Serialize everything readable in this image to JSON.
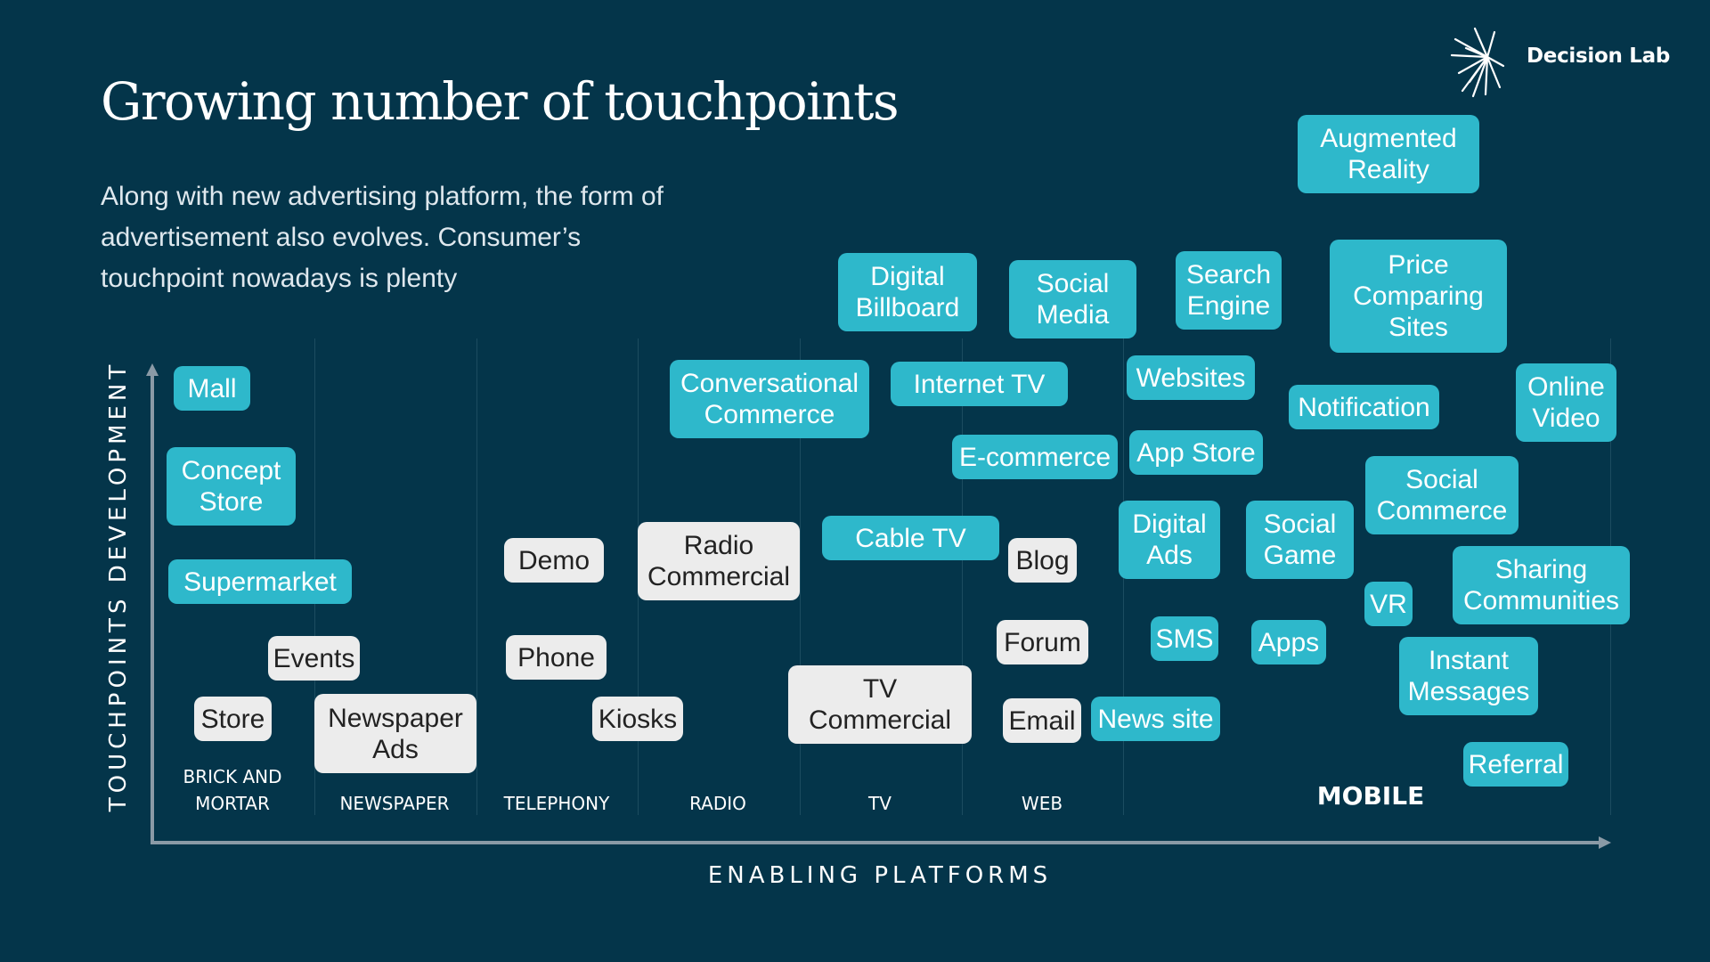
{
  "logo": {
    "text": "Decision Lab"
  },
  "title": "Growing number of touchpoints",
  "subtitle": "Along with new advertising platform, the form of advertisement also evolves. Consumer’s touchpoint nowadays is plenty",
  "y_axis_label": "TOUCHPOINTS DEVELOPMENT",
  "x_axis_label": "ENABLING PLATFORMS",
  "colors": {
    "background": "#04354a",
    "digital": "#2eb8cb",
    "traditional": "#ececec",
    "axis": "#8a9aa6"
  },
  "categories": [
    {
      "id": "brick",
      "label": "BRICK AND\nMORTAR"
    },
    {
      "id": "newspaper",
      "label": "NEWSPAPER"
    },
    {
      "id": "telephony",
      "label": "TELEPHONY"
    },
    {
      "id": "radio",
      "label": "RADIO"
    },
    {
      "id": "tv",
      "label": "TV"
    },
    {
      "id": "web",
      "label": "WEB"
    },
    {
      "id": "mobile",
      "label": "MOBILE"
    }
  ],
  "touchpoints": [
    {
      "id": "mall",
      "label": "Mall",
      "type": "digital"
    },
    {
      "id": "concept-store",
      "label": "Concept\nStore",
      "type": "digital"
    },
    {
      "id": "supermarket",
      "label": "Supermarket",
      "type": "digital"
    },
    {
      "id": "events",
      "label": "Events",
      "type": "traditional"
    },
    {
      "id": "store",
      "label": "Store",
      "type": "traditional"
    },
    {
      "id": "newspaper-ads",
      "label": "Newspaper\nAds",
      "type": "traditional"
    },
    {
      "id": "demo",
      "label": "Demo",
      "type": "traditional"
    },
    {
      "id": "phone",
      "label": "Phone",
      "type": "traditional"
    },
    {
      "id": "kiosks",
      "label": "Kiosks",
      "type": "traditional"
    },
    {
      "id": "radio-commercial",
      "label": "Radio\nCommercial",
      "type": "traditional"
    },
    {
      "id": "tv-commercial",
      "label": "TV\nCommercial",
      "type": "traditional"
    },
    {
      "id": "conversational-commerce",
      "label": "Conversational\nCommerce",
      "type": "digital"
    },
    {
      "id": "cable-tv",
      "label": "Cable TV",
      "type": "digital"
    },
    {
      "id": "digital-billboard",
      "label": "Digital\nBillboard",
      "type": "digital"
    },
    {
      "id": "internet-tv",
      "label": "Internet TV",
      "type": "digital"
    },
    {
      "id": "social-media",
      "label": "Social\nMedia",
      "type": "digital"
    },
    {
      "id": "e-commerce",
      "label": "E-commerce",
      "type": "digital"
    },
    {
      "id": "blog",
      "label": "Blog",
      "type": "traditional"
    },
    {
      "id": "forum",
      "label": "Forum",
      "type": "traditional"
    },
    {
      "id": "email",
      "label": "Email",
      "type": "traditional"
    },
    {
      "id": "search-engine",
      "label": "Search\nEngine",
      "type": "digital"
    },
    {
      "id": "websites",
      "label": "Websites",
      "type": "digital"
    },
    {
      "id": "app-store",
      "label": "App Store",
      "type": "digital"
    },
    {
      "id": "digital-ads",
      "label": "Digital\nAds",
      "type": "digital"
    },
    {
      "id": "sms",
      "label": "SMS",
      "type": "digital"
    },
    {
      "id": "news-site",
      "label": "News site",
      "type": "digital"
    },
    {
      "id": "social-game",
      "label": "Social\nGame",
      "type": "digital"
    },
    {
      "id": "apps",
      "label": "Apps",
      "type": "digital"
    },
    {
      "id": "augmented-reality",
      "label": "Augmented\nReality",
      "type": "digital"
    },
    {
      "id": "price-comparing-sites",
      "label": "Price\nComparing\nSites",
      "type": "digital"
    },
    {
      "id": "notification",
      "label": "Notification",
      "type": "digital"
    },
    {
      "id": "online-video",
      "label": "Online\nVideo",
      "type": "digital"
    },
    {
      "id": "social-commerce",
      "label": "Social\nCommerce",
      "type": "digital"
    },
    {
      "id": "vr",
      "label": "VR",
      "type": "digital"
    },
    {
      "id": "sharing-communities",
      "label": "Sharing\nCommunities",
      "type": "digital"
    },
    {
      "id": "instant-messages",
      "label": "Instant\nMessages",
      "type": "digital"
    },
    {
      "id": "referral",
      "label": "Referral",
      "type": "digital"
    }
  ]
}
